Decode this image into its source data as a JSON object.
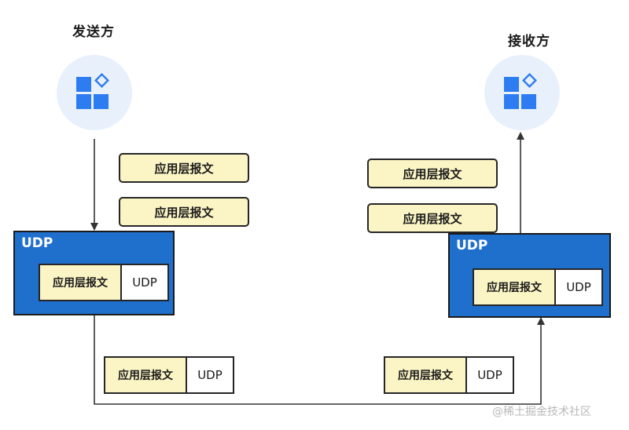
{
  "sender": {
    "title": "发送方"
  },
  "receiver": {
    "title": "接收方"
  },
  "app_message": "应用层报文",
  "udp_label": "UDP",
  "udp_header": "UDP",
  "watermark": "@稀土掘金技术社区",
  "colors": {
    "udp_box": "#1f6fcc",
    "message_fill": "#fbf4c4",
    "icon_blue": "#2d7cf2",
    "circle_bg": "#e8f0fb"
  }
}
